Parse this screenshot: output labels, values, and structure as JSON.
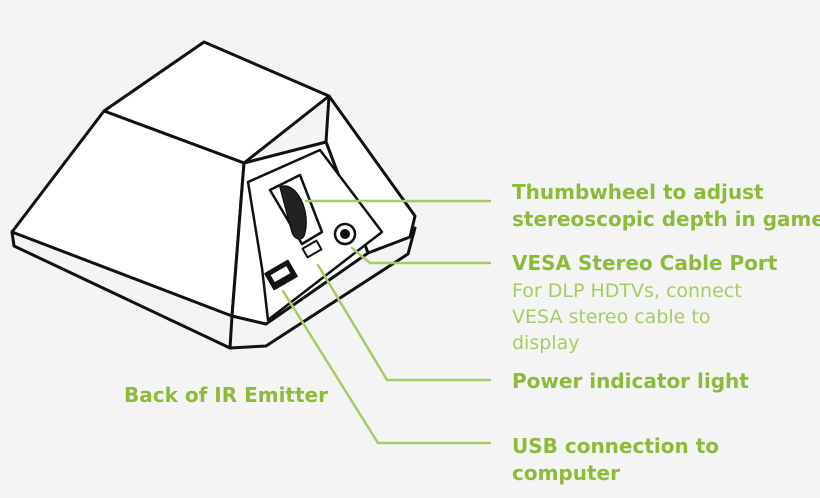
{
  "colors": {
    "background": "#f4f4f4",
    "label_green": "#8cbb3a",
    "leader_line": "#a5cc63",
    "outline": "#111111",
    "device_fill": "#ffffff"
  },
  "labels": {
    "thumbwheel": {
      "lines": [
        "Thumbwheel to adjust",
        "stereoscopic depth in game"
      ]
    },
    "vesa_port": {
      "title": "VESA Stereo Cable Port",
      "description_lines": [
        "For DLP HDTVs, connect",
        "VESA stereo cable to",
        "display"
      ]
    },
    "power_light": {
      "title": "Power indicator light"
    },
    "usb": {
      "lines": [
        "USB connection to",
        "computer"
      ]
    },
    "device_back": {
      "title": "Back of IR Emitter"
    }
  }
}
